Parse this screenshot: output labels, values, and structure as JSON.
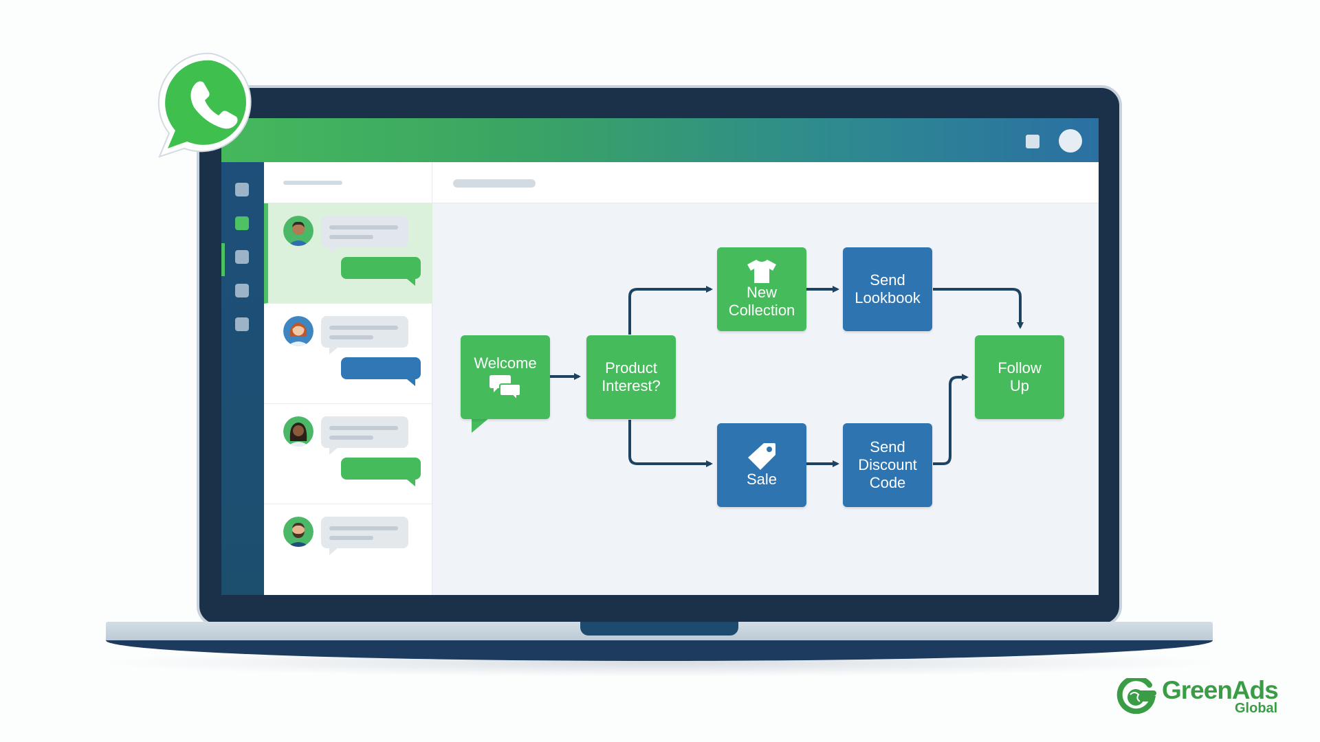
{
  "flow": {
    "nodes": {
      "welcome": "Welcome",
      "product_interest": "Product\nInterest?",
      "new_collection": "New\nCollection",
      "send_lookbook": "Send\nLookbook",
      "sale": "Sale",
      "send_discount_code": "Send\nDiscount\nCode",
      "follow_up": "Follow\nUp"
    },
    "icons": {
      "welcome": "chat-bubbles-icon",
      "new_collection": "tshirt-icon",
      "sale": "price-tag-icon"
    }
  },
  "brand": {
    "name": "GreenAds",
    "sub": "Global",
    "color": "#3a9c44"
  },
  "colors": {
    "green": "#46bb5c",
    "blue": "#2e74b1",
    "dark_navy": "#1b3049",
    "edge": "#1d4363",
    "whatsapp": "#3fbf4e"
  },
  "sidebar": {
    "items": [
      "rail-item-1",
      "rail-item-2-active",
      "rail-item-3",
      "rail-item-4",
      "rail-item-5"
    ]
  },
  "chats": {
    "items": [
      {
        "avatar": "man-avatar",
        "reply_color": "green",
        "active": true
      },
      {
        "avatar": "woman-avatar",
        "reply_color": "blue",
        "active": false
      },
      {
        "avatar": "woman-dark-hair-avatar",
        "reply_color": "green",
        "active": false
      },
      {
        "avatar": "bearded-man-avatar",
        "reply_color": "none",
        "active": false
      }
    ]
  }
}
